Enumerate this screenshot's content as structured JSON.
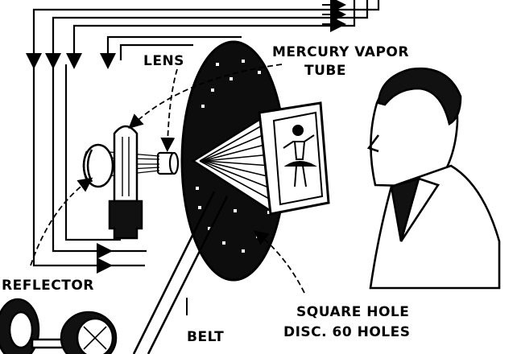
{
  "labels": {
    "lens": "LENS",
    "mercury_line1": "MERCURY VAPOR",
    "mercury_line2": "TUBE",
    "reflector": "REFLECTOR",
    "belt": "BELT",
    "disc_line1": "SQUARE HOLE",
    "disc_line2": "DISC. 60 HOLES"
  },
  "colors": {
    "ink": "#000000",
    "paper": "#ffffff"
  }
}
